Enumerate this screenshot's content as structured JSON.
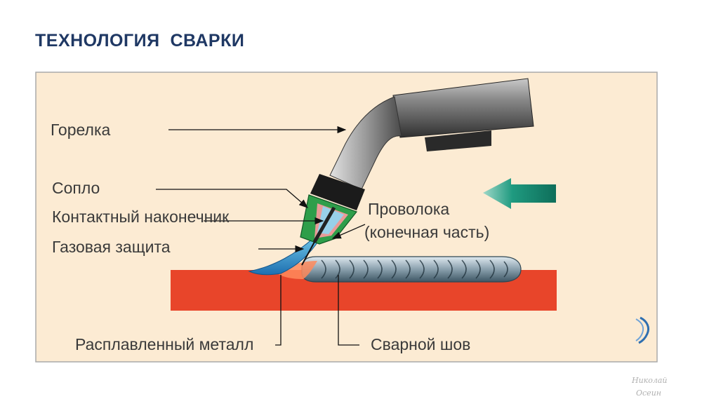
{
  "title": "ТЕХНОЛОГИЯ  СВАРКИ",
  "labels": {
    "torch": "Горелка",
    "nozzle": "Сопло",
    "contact_tip": "Контактный наконечник",
    "gas_shield": "Газовая защита",
    "wire_line1": "Проволока",
    "wire_line2": "(конечная часть)",
    "molten_metal": "Расплавленный металл",
    "weld_seam": "Сварной шов"
  },
  "watermark": {
    "line1": "Николай",
    "line2": "Осеин"
  },
  "colors": {
    "title": "#1f3864",
    "panel_bg": "#fcebd3",
    "base_metal": "#e8452a",
    "direction_arrow": "#1a8a72",
    "nozzle": "#2e9e4a",
    "label_text": "#3a3a3a"
  },
  "icons": {
    "direction": "left-arrow-icon",
    "nav": "nav-arrow-icon"
  }
}
